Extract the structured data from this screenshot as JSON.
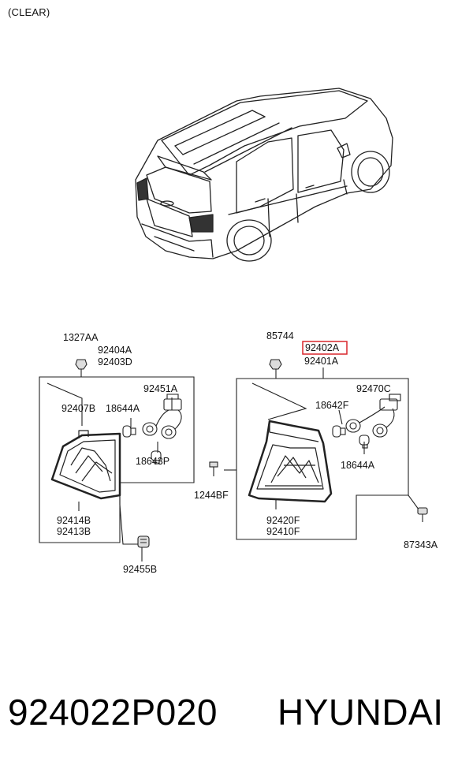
{
  "note": "(CLEAR)",
  "labels": {
    "left_nut": "1327AA",
    "left_assy_a": "92404A",
    "left_assy_b": "92403D",
    "left_socket": "92451A",
    "left_bulb_a": "92407B",
    "left_bulb_b": "18644A",
    "left_bulb_c": "18643P",
    "left_lens_a": "92414B",
    "left_lens_b": "92413B",
    "left_grommet": "92455B",
    "right_nut": "85744",
    "right_assy_a": "92402A",
    "right_assy_b": "92401A",
    "right_socket": "92470C",
    "right_bulb_a": "18642F",
    "right_bulb_b": "18644A",
    "right_screw": "1244BF",
    "right_lens_a": "92420F",
    "right_lens_b": "92410F",
    "right_bolt": "87343A"
  },
  "highlight_color": "#d9262c",
  "part_number": "924022P020",
  "brand": "HYUNDAI"
}
